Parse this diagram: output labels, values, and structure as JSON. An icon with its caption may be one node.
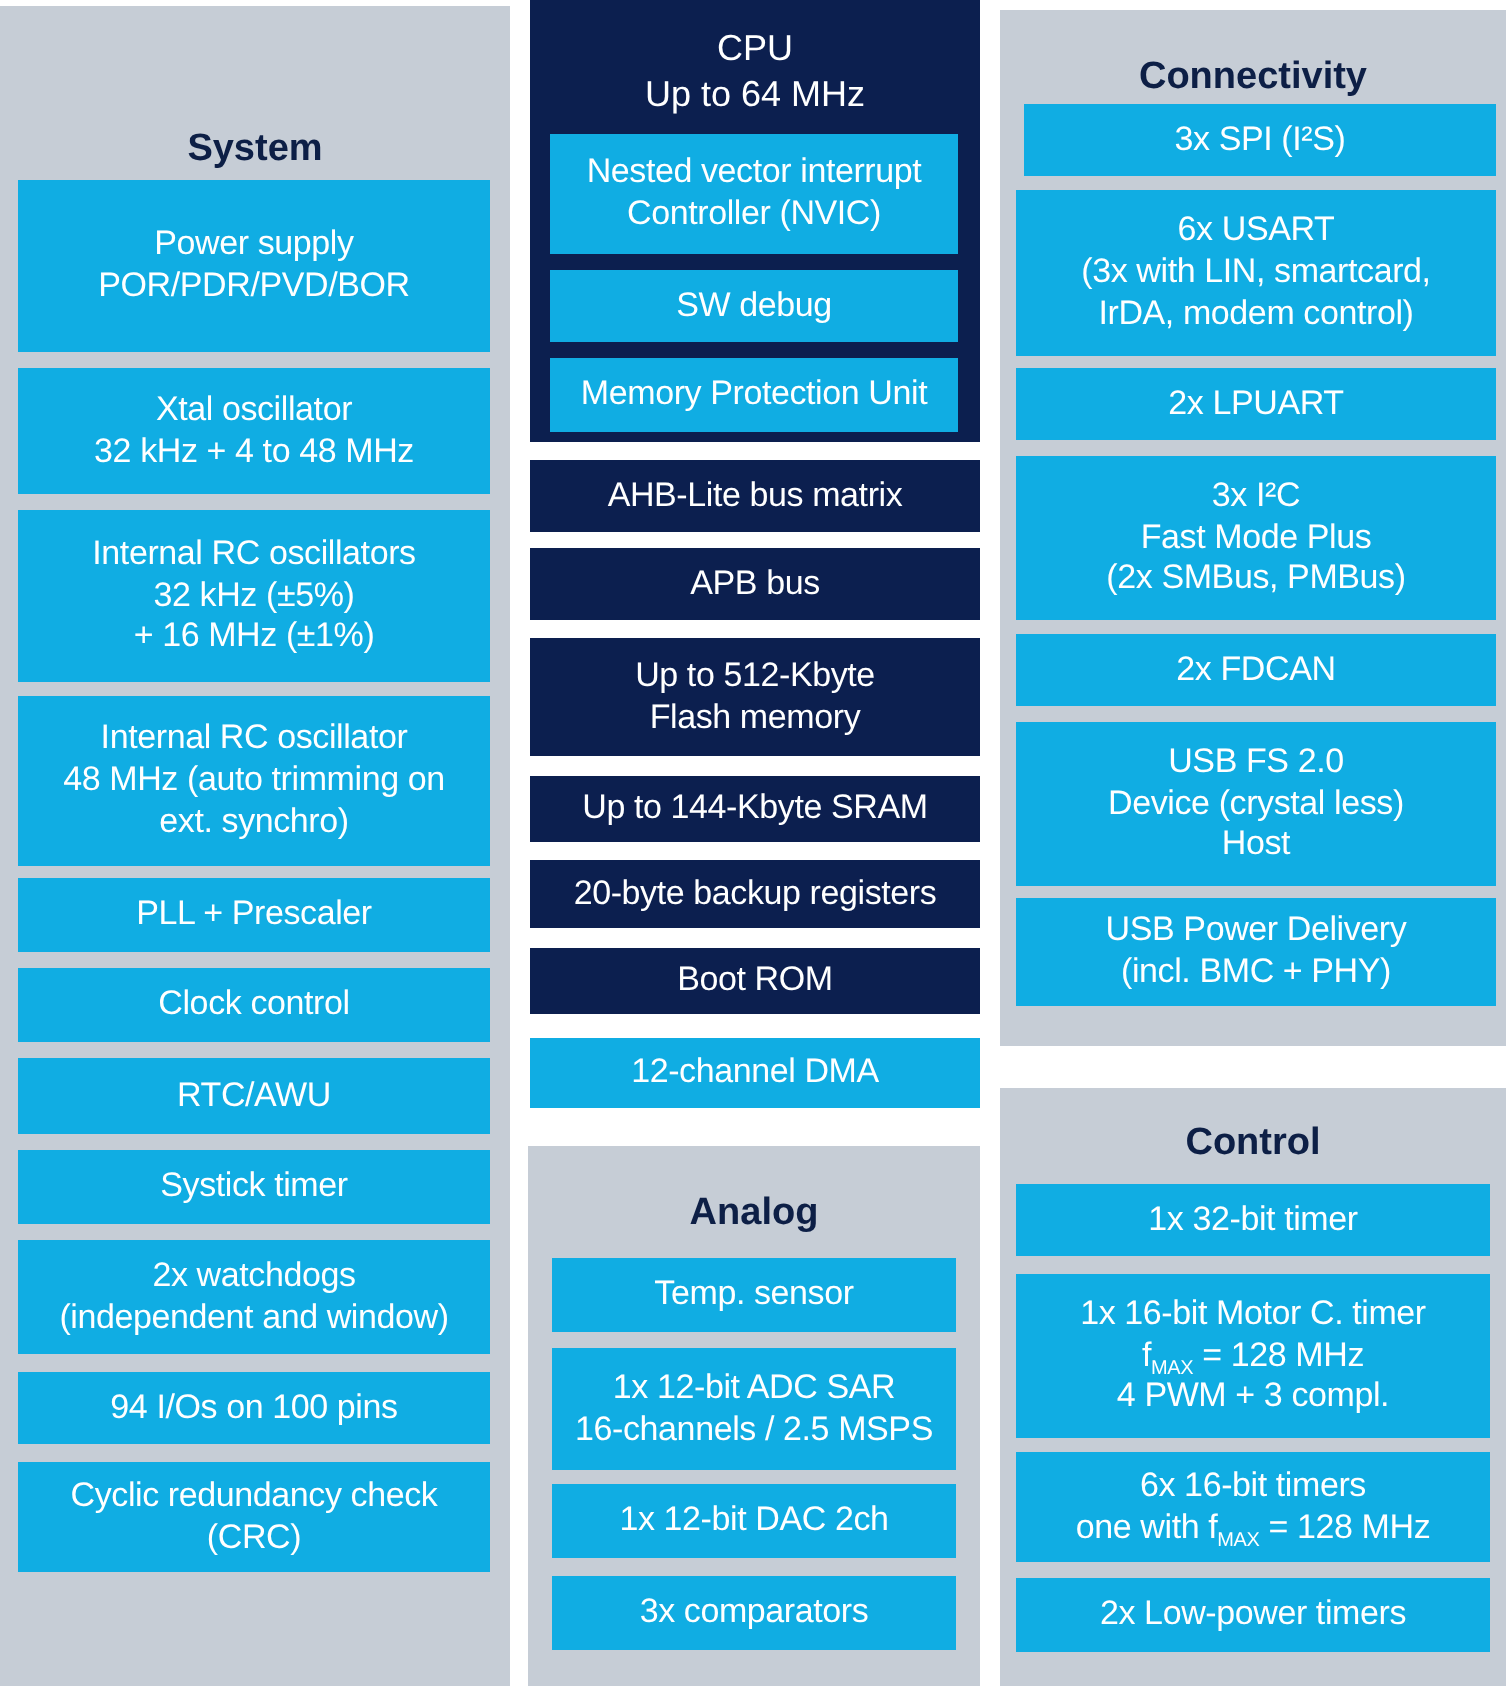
{
  "diagram": {
    "nodes": [
      {
        "text": [
          "System"
        ]
      },
      {
        "text": [
          "Power supply POR/PDR/PVD/BOR"
        ],
        "in": 0
      },
      {
        "text": [
          "Xtal oscillator 32 kHz + 4 to 48 MHz"
        ],
        "in": 0
      },
      {
        "text": [
          "Internal RC oscillators 32 kHz (±5%) + 16 MHz (±1%)"
        ],
        "in": 0
      },
      {
        "text": [
          "Internal RC oscillator 48 MHz (auto trimming on ext. synchro)"
        ],
        "in": 0
      },
      {
        "text": [
          "PLL + Prescaler"
        ],
        "in": 0
      },
      {
        "text": [
          "Clock control"
        ],
        "in": 0
      },
      {
        "text": [
          "RTC/AWU"
        ],
        "in": 0
      },
      {
        "text": [
          "Systick timer"
        ],
        "in": 0
      },
      {
        "text": [
          "2x watchdogs (independent and window)"
        ],
        "in": 0
      },
      {
        "text": [
          "94 I/Os on 100 pins"
        ],
        "in": 0
      },
      {
        "text": [
          "Cyclic redundancy check (CRC)"
        ],
        "in": 0
      },
      {
        "text": [
          "CPU Up to 64 MHz"
        ]
      },
      {
        "text": [
          "Nested vector interrupt Controller (NVIC)"
        ],
        "in": 12
      },
      {
        "text": [
          "SW debug"
        ],
        "in": 12
      },
      {
        "text": [
          "Memory Protection Unit"
        ],
        "in": 12
      },
      {
        "text": [
          "AHB-Lite bus matrix"
        ]
      },
      {
        "text": [
          "APB bus"
        ]
      },
      {
        "text": [
          "Up to 512-Kbyte Flash memory"
        ]
      },
      {
        "text": [
          "Up to 144-Kbyte SRAM"
        ]
      },
      {
        "text": [
          "20-byte backup registers"
        ]
      },
      {
        "text": [
          "Boot ROM"
        ]
      },
      {
        "text": [
          "12-channel DMA"
        ]
      },
      {
        "text": [
          "Analog"
        ]
      },
      {
        "text": [
          "Temp. sensor"
        ],
        "in": 23
      },
      {
        "text": [
          "1x 12-bit ADC SAR 16-channels / 2.5 MSPS"
        ],
        "in": 23
      },
      {
        "text": [
          "1x 12-bit DAC 2ch"
        ],
        "in": 23
      },
      {
        "text": [
          "3x comparators"
        ],
        "in": 23
      },
      {
        "text": [
          "Connectivity"
        ]
      },
      {
        "text": [
          "3x SPI (I²S)"
        ],
        "in": 28
      },
      {
        "text": [
          "6x USART (3x with LIN, smartcard, IrDA, modem control)"
        ],
        "in": 28
      },
      {
        "text": [
          "2x LPUART"
        ],
        "in": 28
      },
      {
        "text": [
          "3x I²C Fast Mode Plus (2x SMBus, PMBus)"
        ],
        "in": 28
      },
      {
        "text": [
          "2x FDCAN"
        ],
        "in": 28
      },
      {
        "text": [
          "USB FS 2.0 Device (crystal less) Host"
        ],
        "in": 28
      },
      {
        "text": [
          "USB Power Delivery (incl. BMC + PHY)"
        ],
        "in": 28
      },
      {
        "text": [
          "Control"
        ]
      },
      {
        "text": [
          "1x 32-bit timer"
        ],
        "in": 36
      },
      {
        "text": [
          "1x 16-bit Motor C. timer f$_{MAX}$ = 128 MHz 4 PWM + 3 compl."
        ],
        "in": 36
      },
      {
        "text": [
          "6x 16-bit timers one with f$_{MAX}$ = 128 MHz"
        ],
        "in": 36
      },
      {
        "text": [
          "2x Low-power timers"
        ],
        "in": 36
      }
    ]
  }
}
